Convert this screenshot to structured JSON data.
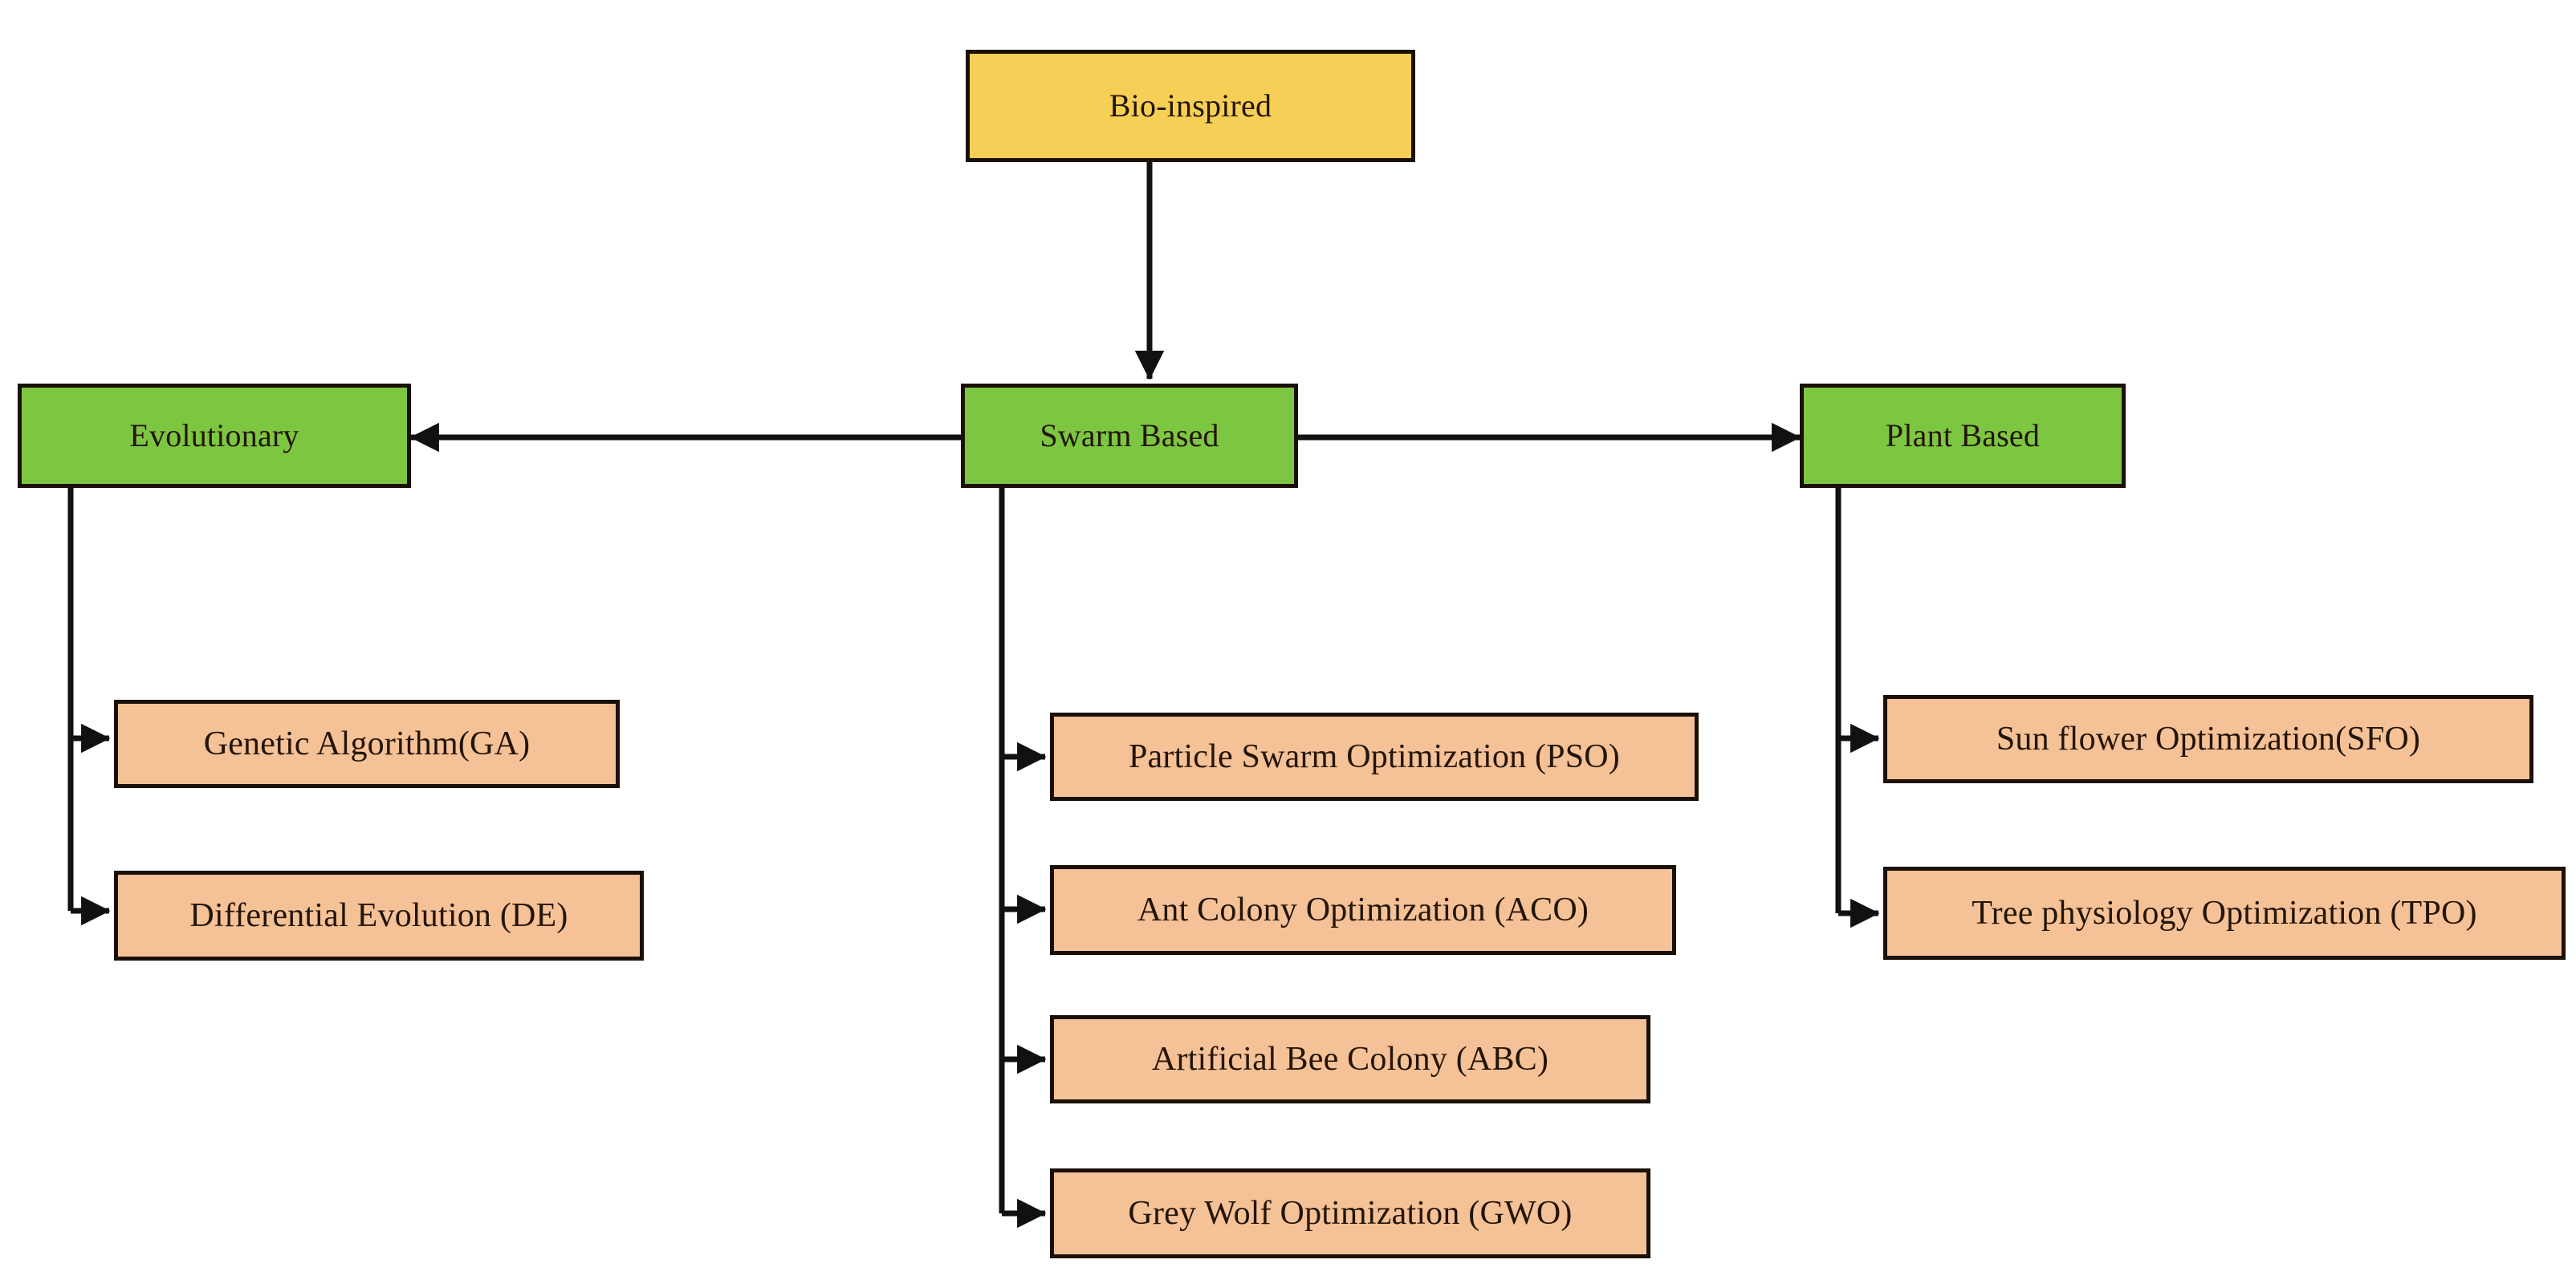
{
  "diagram": {
    "type": "hierarchy-tree",
    "title": "Bio-inspired",
    "colors": {
      "root_fill": "#F6CF56",
      "branch_fill": "#7DC642",
      "leaf_fill": "#F5C197",
      "border": "#1a1008",
      "connector": "#111111",
      "background": "#FFFFFF",
      "text": "#231508"
    },
    "root": {
      "label": "Bio-inspired"
    },
    "branches": [
      {
        "id": "evolutionary",
        "label": "Evolutionary",
        "children": [
          {
            "id": "ga",
            "label": "Genetic Algorithm(GA)"
          },
          {
            "id": "de",
            "label": "Differential Evolution (DE)"
          }
        ]
      },
      {
        "id": "swarm-based",
        "label": "Swarm Based",
        "children": [
          {
            "id": "pso",
            "label": "Particle Swarm Optimization (PSO)"
          },
          {
            "id": "aco",
            "label": "Ant Colony Optimization (ACO)"
          },
          {
            "id": "abc",
            "label": "Artificial Bee Colony (ABC)"
          },
          {
            "id": "gwo",
            "label": "Grey Wolf Optimization (GWO)"
          }
        ]
      },
      {
        "id": "plant-based",
        "label": "Plant Based",
        "children": [
          {
            "id": "sfo",
            "label": "Sun flower Optimization(SFO)"
          },
          {
            "id": "tpo",
            "label": "Tree physiology Optimization (TPO)"
          }
        ]
      }
    ],
    "connectors": [
      {
        "id": "root-to-swarm",
        "from": "Bio-inspired",
        "to": "Swarm Based",
        "direction": "down"
      },
      {
        "id": "swarm-to-evolutionary",
        "from": "Swarm Based",
        "to": "Evolutionary",
        "direction": "left"
      },
      {
        "id": "swarm-to-plant",
        "from": "Swarm Based",
        "to": "Plant Based",
        "direction": "right"
      },
      {
        "id": "evolutionary-to-ga",
        "from": "Evolutionary",
        "to": "Genetic Algorithm(GA)",
        "direction": "right"
      },
      {
        "id": "evolutionary-to-de",
        "from": "Evolutionary",
        "to": "Differential Evolution (DE)",
        "direction": "right"
      },
      {
        "id": "swarm-to-pso",
        "from": "Swarm Based",
        "to": "Particle Swarm Optimization (PSO)",
        "direction": "right"
      },
      {
        "id": "swarm-to-aco",
        "from": "Swarm Based",
        "to": "Ant Colony Optimization (ACO)",
        "direction": "right"
      },
      {
        "id": "swarm-to-abc",
        "from": "Swarm Based",
        "to": "Artificial Bee Colony (ABC)",
        "direction": "right"
      },
      {
        "id": "swarm-to-gwo",
        "from": "Swarm Based",
        "to": "Grey Wolf Optimization (GWO)",
        "direction": "right"
      },
      {
        "id": "plant-to-sfo",
        "from": "Plant Based",
        "to": "Sun flower Optimization(SFO)",
        "direction": "right"
      },
      {
        "id": "plant-to-tpo",
        "from": "Plant Based",
        "to": "Tree physiology Optimization (TPO)",
        "direction": "right"
      }
    ]
  }
}
